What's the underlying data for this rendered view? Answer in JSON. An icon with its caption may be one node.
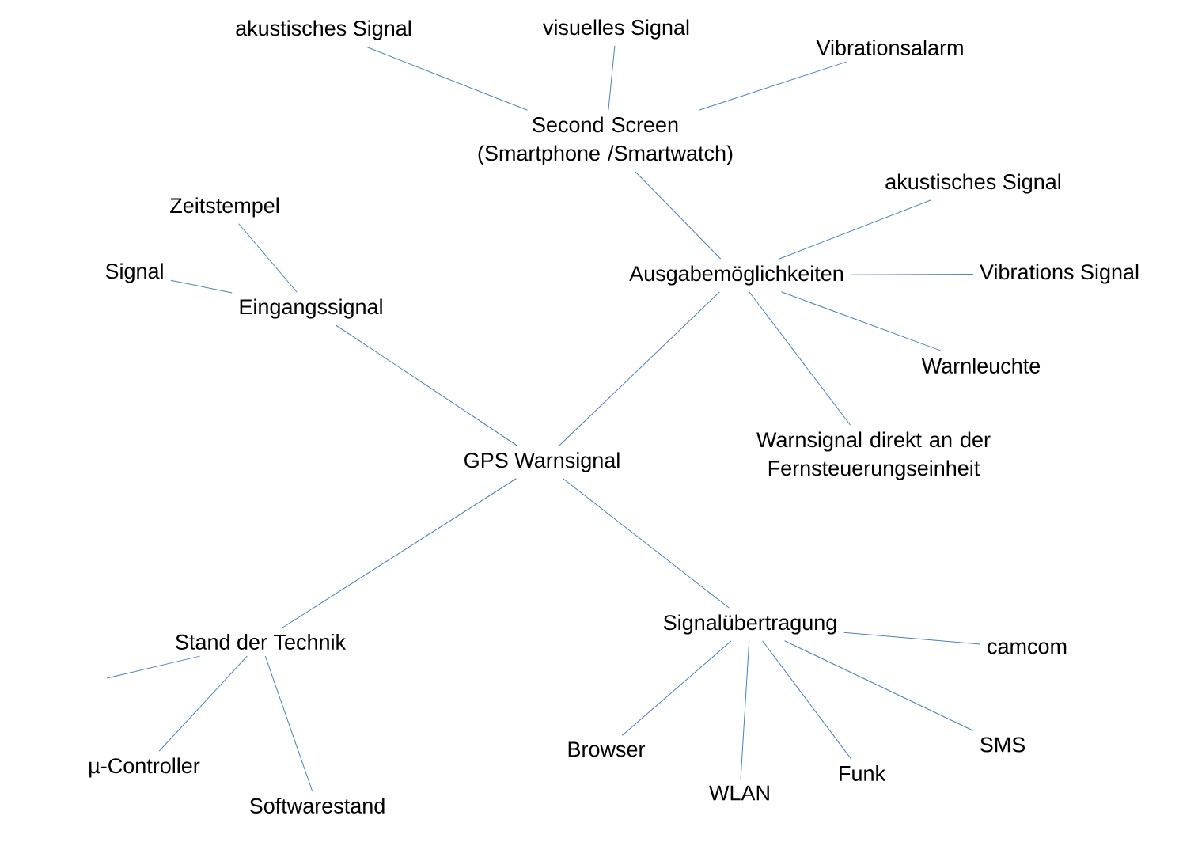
{
  "diagram": {
    "nodes": [
      {
        "text": [
          "GPS Warnsignal"
        ]
      },
      {
        "text": [
          "Eingangssignal"
        ]
      },
      {
        "text": [
          "Zeitstempel"
        ]
      },
      {
        "text": [
          "Signal"
        ]
      },
      {
        "text": [
          "Ausgabemöglichkeiten"
        ]
      },
      {
        "text": [
          "Second Screen (Smartphone /Smartwatch)"
        ]
      },
      {
        "text": [
          "akustisches Signal"
        ]
      },
      {
        "text": [
          "visuelles Signal"
        ]
      },
      {
        "text": [
          "Vibrationsalarm"
        ]
      },
      {
        "text": [
          "akustisches Signal"
        ]
      },
      {
        "text": [
          "Vibrations Signal"
        ]
      },
      {
        "text": [
          "Warnleuchte"
        ]
      },
      {
        "text": [
          "Warnsignal direkt an der Fernsteuerungseinheit"
        ]
      },
      {
        "text": [
          "Stand der Technik"
        ]
      },
      {
        "text": [
          "µ-Controller"
        ]
      },
      {
        "text": [
          "Softwarestand"
        ]
      },
      {
        "text": [
          "Signalübertragung"
        ]
      },
      {
        "text": [
          "camcom"
        ]
      },
      {
        "text": [
          "SMS"
        ]
      },
      {
        "text": [
          "Funk"
        ]
      },
      {
        "text": [
          "WLAN"
        ]
      },
      {
        "text": [
          "Browser"
        ]
      }
    ],
    "edges": [
      {
        "from": 0,
        "to": 1,
        "arrow": "none"
      },
      {
        "from": 1,
        "to": 2,
        "arrow": "none"
      },
      {
        "from": 1,
        "to": 3,
        "arrow": "none"
      },
      {
        "from": 0,
        "to": 4,
        "arrow": "none"
      },
      {
        "from": 4,
        "to": 5,
        "arrow": "none"
      },
      {
        "from": 5,
        "to": 6,
        "arrow": "none"
      },
      {
        "from": 5,
        "to": 7,
        "arrow": "none"
      },
      {
        "from": 5,
        "to": 8,
        "arrow": "none"
      },
      {
        "from": 4,
        "to": 9,
        "arrow": "none"
      },
      {
        "from": 4,
        "to": 10,
        "arrow": "none"
      },
      {
        "from": 4,
        "to": 11,
        "arrow": "none"
      },
      {
        "from": 4,
        "to": 12,
        "arrow": "none"
      },
      {
        "from": 0,
        "to": 13,
        "arrow": "none"
      },
      {
        "from": 13,
        "to": null,
        "arrow": "none"
      },
      {
        "from": 13,
        "to": 14,
        "arrow": "none"
      },
      {
        "from": 13,
        "to": 15,
        "arrow": "none"
      },
      {
        "from": 0,
        "to": 16,
        "arrow": "none"
      },
      {
        "from": 16,
        "to": 17,
        "arrow": "none"
      },
      {
        "from": 16,
        "to": 18,
        "arrow": "none"
      },
      {
        "from": 16,
        "to": 19,
        "arrow": "none"
      },
      {
        "from": 16,
        "to": 20,
        "arrow": "none"
      },
      {
        "from": 16,
        "to": 21,
        "arrow": "none"
      }
    ]
  }
}
